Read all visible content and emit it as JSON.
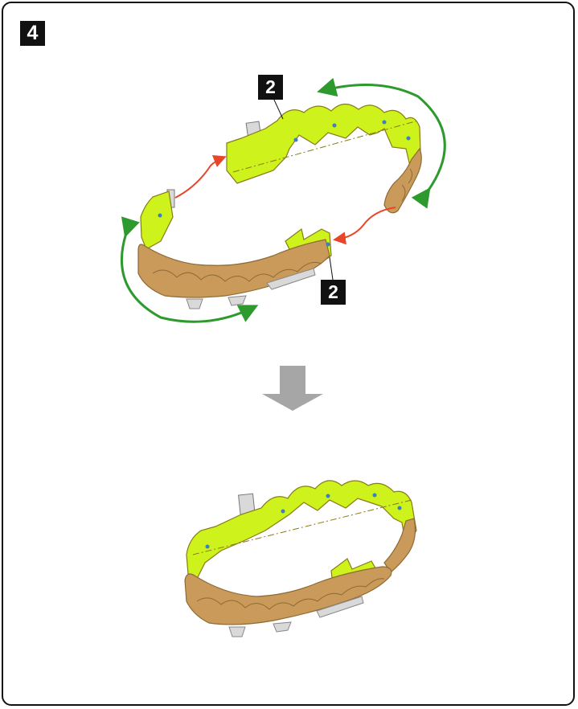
{
  "step": {
    "number": "4"
  },
  "part_tags": {
    "top": "2",
    "bottom": "2"
  },
  "colors": {
    "ribbon": "#cdf21c",
    "ribbon_edge": "#8a7a16",
    "braid": "#c99a5a",
    "braid_dark": "#8e6a35",
    "tab": "#d9d9d9",
    "dot": "#3a7fc0",
    "arrow_green": "#2e9a2e",
    "arrow_red": "#e8462a",
    "down_arrow": "#a6a6a6"
  },
  "icons": {
    "rotate_arrows": "curved-arrow-icon",
    "join_arrows": "connect-arrow-icon",
    "result_arrow": "down-arrow-icon"
  }
}
